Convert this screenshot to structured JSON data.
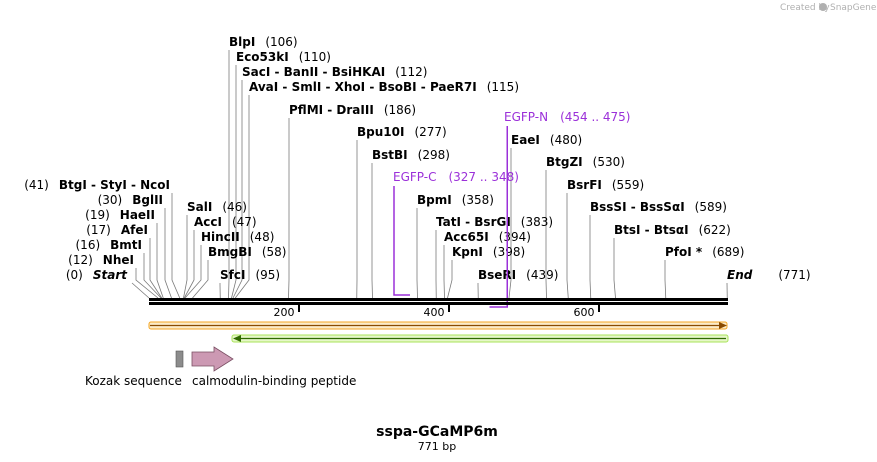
{
  "credit": "Created by",
  "brand": "SnapGene",
  "title": "sspa-GCaMP6m",
  "subtitle": "771 bp",
  "sequence_length": 771,
  "enzymes": [
    {
      "text": "BlpI",
      "pos": "(106)",
      "site": 106
    },
    {
      "text": "Eco53kI",
      "pos": "(110)",
      "site": 110
    },
    {
      "text": "SacI  - BanII  - BsiHKAI",
      "pos": "(112)",
      "site": 112
    },
    {
      "text": "AvaI  - SmlI  - XhoI  - BsoBI  - PaeR7I",
      "pos": "(115)",
      "site": 115
    },
    {
      "text": "PflMI  - DraIII",
      "pos": "(186)",
      "site": 186
    },
    {
      "text": "Bpu10I",
      "pos": "(277)",
      "site": 277
    },
    {
      "text": "BstBI",
      "pos": "(298)",
      "site": 298
    },
    {
      "text": "EaeI",
      "pos": "(480)",
      "site": 480
    },
    {
      "text": "BtgZI",
      "pos": "(530)",
      "site": 530
    },
    {
      "text": "BsrFI",
      "pos": "(559)",
      "site": 559
    },
    {
      "text": "BssSI  - BssSαI",
      "pos": "(589)",
      "site": 589
    },
    {
      "text": "BtsI  - BtsαI",
      "pos": "(622)",
      "site": 622
    },
    {
      "text": "PfoI *",
      "pos": "(689)",
      "site": 689
    },
    {
      "text": "BpmI",
      "pos": "(358)",
      "site": 358
    },
    {
      "text": "TatI  - BsrGI",
      "pos": "(383)",
      "site": 383
    },
    {
      "text": "Acc65I",
      "pos": "(394)",
      "site": 394
    },
    {
      "text": "KpnI",
      "pos": "(398)",
      "site": 398
    },
    {
      "text": "BseRI",
      "pos": "(439)",
      "site": 439
    },
    {
      "text": "SalI",
      "pos": "(46)",
      "site": 46
    },
    {
      "text": "AccI",
      "pos": "(47)",
      "site": 47
    },
    {
      "text": "HincII",
      "pos": "(48)",
      "site": 48
    },
    {
      "text": "BmgBI",
      "pos": "(58)",
      "site": 58
    },
    {
      "text": "SfcI",
      "pos": "(95)",
      "site": 95
    },
    {
      "text": "BtgI  - StyI  - NcoI",
      "pos": "(41)",
      "site": 41
    },
    {
      "text": "BglII",
      "pos": "(30)",
      "site": 30
    },
    {
      "text": "HaeII",
      "pos": "(19)",
      "site": 19
    },
    {
      "text": "AfeI",
      "pos": "(17)",
      "site": 17
    },
    {
      "text": "BmtI",
      "pos": "(16)",
      "site": 16
    },
    {
      "text": "NheI",
      "pos": "(12)",
      "site": 12
    }
  ],
  "ends": [
    {
      "text": "Start",
      "pos": "(0)",
      "site": 0
    },
    {
      "text": "End",
      "pos": "(771)",
      "site": 771
    }
  ],
  "primers": [
    {
      "text": "EGFP-C",
      "pos": "(327 .. 348)",
      "start": 327,
      "end": 348
    },
    {
      "text": "EGFP-N",
      "pos": "(454 .. 475)",
      "start": 454,
      "end": 475
    }
  ],
  "ruler": [
    "200",
    "400",
    "600"
  ],
  "features": [
    {
      "label": "Kozak sequence",
      "color": "#8c8c8c"
    },
    {
      "label": "calmodulin-binding peptide",
      "color": "#cc99b3"
    }
  ],
  "colors": {
    "orf_forward": "#f5a623",
    "orf_reverse": "#a8e35a",
    "primer": "#9b30d9",
    "kozak": "#8c8c8c",
    "cbp": "#cc99b3"
  }
}
